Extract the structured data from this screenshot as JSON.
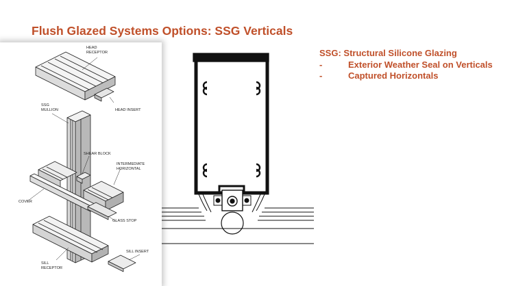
{
  "slide": {
    "title": "Flush Glazed Systems Options:  SSG Verticals"
  },
  "exploded_view": {
    "labels": {
      "head_receptor": "HEAD\nRECEPTOR",
      "head_insert": "HEAD INSERT",
      "ssg_mullion": "SSG\nMULLION",
      "shear_block": "SHEAR BLOCK",
      "intermediate_horizontal": "INTERMEDIATE\nHORIZONTAL",
      "cover": "COVER",
      "glass_stop": "GLASS STOP",
      "sill_insert": "SILL INSERT",
      "sill_receptor": "SILL\nRECEPTOR"
    }
  },
  "notes": {
    "heading": "SSG: Structural Silicone Glazing",
    "items": [
      {
        "bullet": "-",
        "text": "Exterior Weather Seal on Verticals"
      },
      {
        "bullet": "-",
        "text": "Captured Horizontals"
      }
    ]
  },
  "colors": {
    "accent": "#c0502a",
    "line": "#222222"
  }
}
